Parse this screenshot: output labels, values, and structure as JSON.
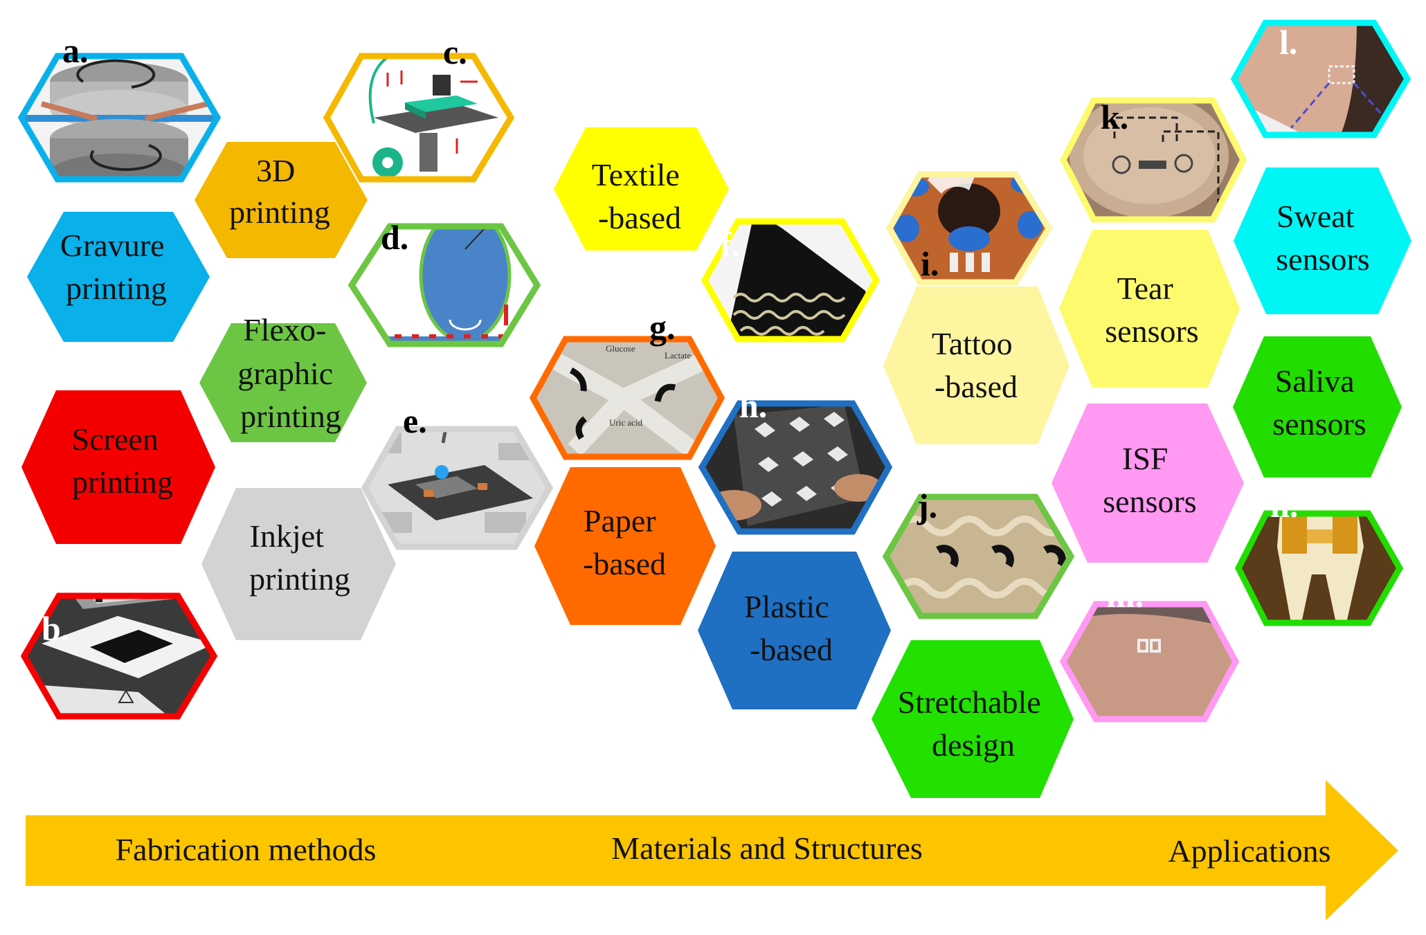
{
  "labels": {
    "gravure": [
      "Gravure",
      "printing"
    ],
    "threed": [
      "3D",
      "printing"
    ],
    "flexo": [
      "Flexo-",
      "graphic",
      "printing"
    ],
    "screen": [
      "Screen",
      "printing"
    ],
    "inkjet": [
      "Inkjet",
      "printing"
    ],
    "textile": [
      "Textile",
      "-based"
    ],
    "paper": [
      "Paper",
      "-based"
    ],
    "plastic": [
      "Plastic",
      "-based"
    ],
    "tattoo": [
      "Tattoo",
      "-based"
    ],
    "stretchable": [
      "Stretchable",
      "design"
    ],
    "tear": [
      "Tear",
      "sensors"
    ],
    "isf": [
      "ISF",
      "sensors"
    ],
    "sweat": [
      "Sweat",
      "sensors"
    ],
    "saliva": [
      "Saliva",
      "sensors"
    ]
  },
  "panels": {
    "a": "a.",
    "b": "b.",
    "c": "c.",
    "d": "d.",
    "e": "e.",
    "f": "f.",
    "g": "g.",
    "h": "h.",
    "i": "i.",
    "j": "j.",
    "k": "k.",
    "l": "l.",
    "m": "m.",
    "n": "n."
  },
  "panel_text": {
    "glucose": "Glucose",
    "lactate": "Lactate",
    "uric_acid": "Uric acid"
  },
  "arrow": {
    "fabrication": "Fabrication methods",
    "materials": "Materials and Structures",
    "applications": "Applications"
  },
  "colors": {
    "gravure": "#0ab0ea",
    "threed": "#f5b800",
    "flexo": "#6cc644",
    "screen": "#f40000",
    "inkjet": "#d3d3d3",
    "textile": "#ffff00",
    "paper": "#ff6a00",
    "plastic": "#1f6fc2",
    "tattoo": "#fdf5a0",
    "stretchable": "#22e000",
    "tear": "#fdfa6e",
    "isf": "#ff99f2",
    "sweat": "#00f5f5",
    "saliva": "#22dd00",
    "arrow": "#fdc400"
  }
}
